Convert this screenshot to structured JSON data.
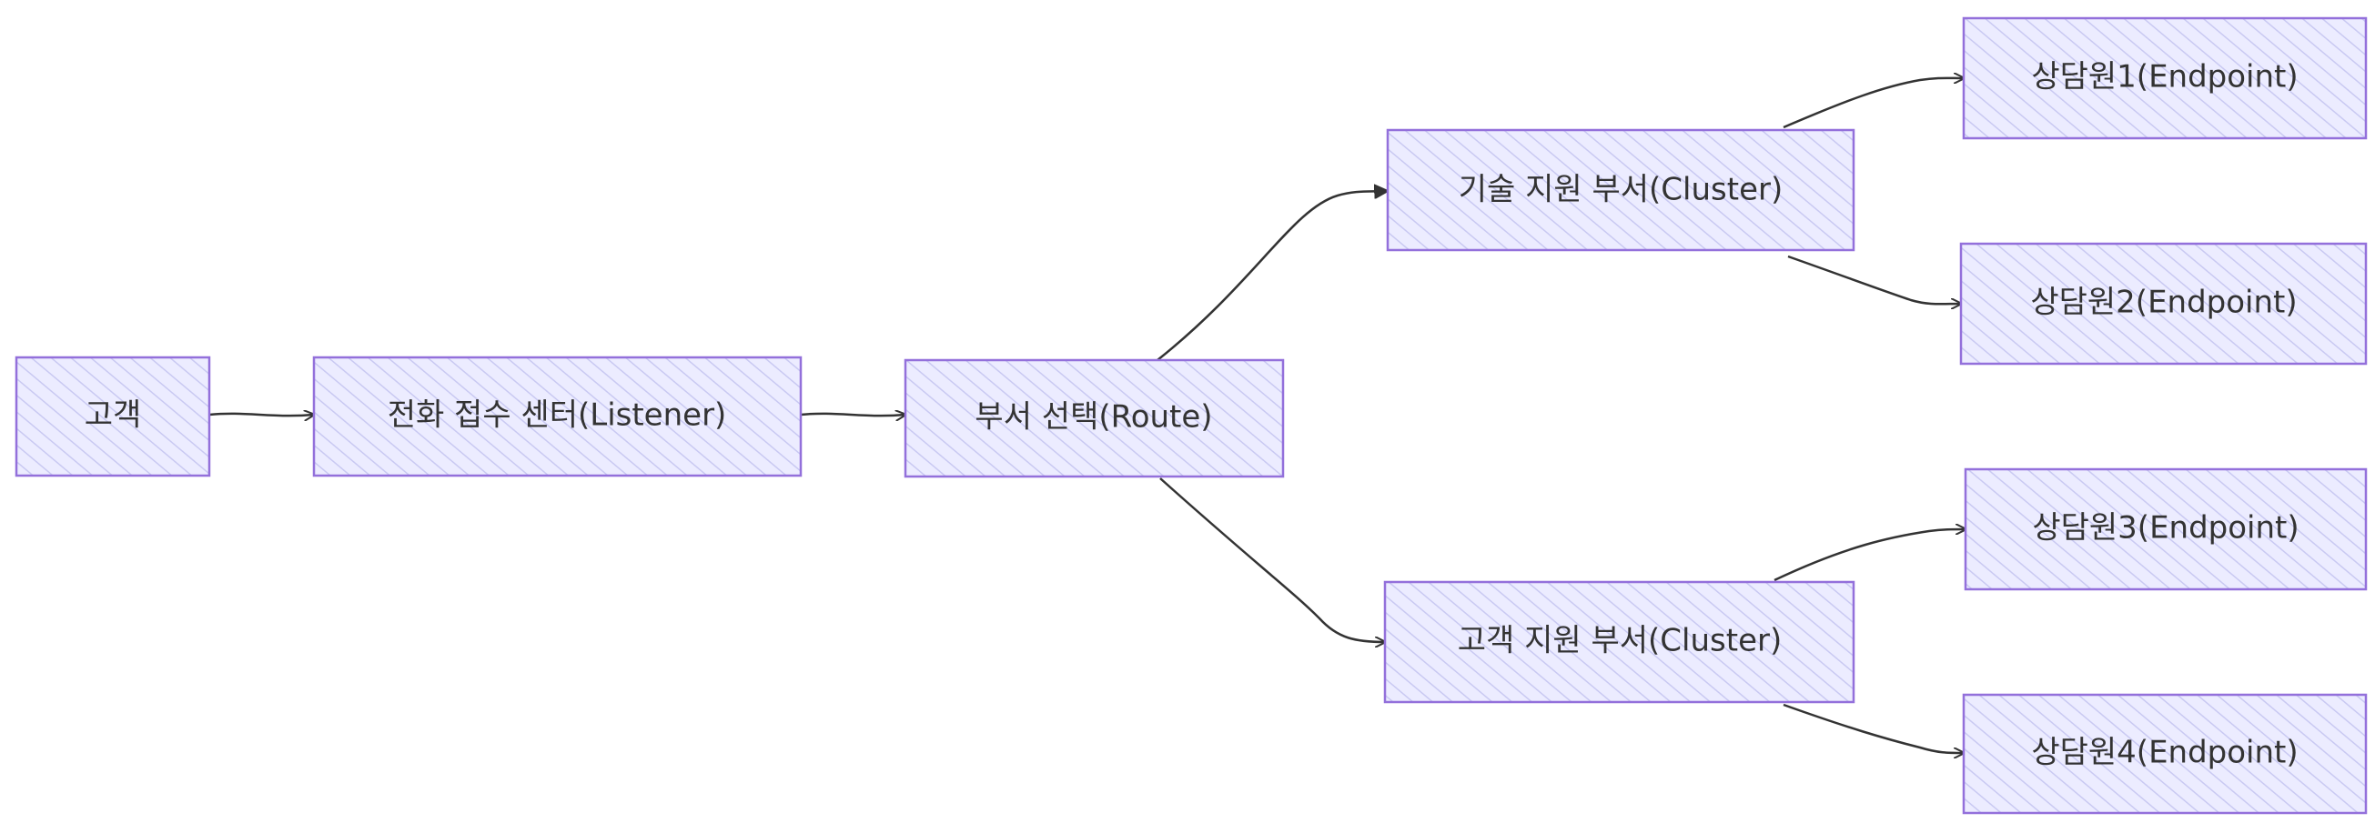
{
  "colors": {
    "node_fill": "#ECECFF",
    "node_hatch": "#C9C9F2",
    "node_stroke": "#9370DB",
    "edge_stroke": "#333333",
    "text": "#333333"
  },
  "nodes": {
    "customer": {
      "label": "고객"
    },
    "listener": {
      "label": "전화 접수 센터(Listener)"
    },
    "route": {
      "label": "부서 선택(Route)"
    },
    "cluster_tech": {
      "label": "기술 지원 부서(Cluster)"
    },
    "cluster_customer": {
      "label": "고객 지원 부서(Cluster)"
    },
    "endpoint1": {
      "label": "상담원1(Endpoint)"
    },
    "endpoint2": {
      "label": "상담원2(Endpoint)"
    },
    "endpoint3": {
      "label": "상담원3(Endpoint)"
    },
    "endpoint4": {
      "label": "상담원4(Endpoint)"
    }
  },
  "edges": [
    {
      "from": "customer",
      "to": "listener"
    },
    {
      "from": "listener",
      "to": "route"
    },
    {
      "from": "route",
      "to": "cluster_tech"
    },
    {
      "from": "route",
      "to": "cluster_customer"
    },
    {
      "from": "cluster_tech",
      "to": "endpoint1"
    },
    {
      "from": "cluster_tech",
      "to": "endpoint2"
    },
    {
      "from": "cluster_customer",
      "to": "endpoint3"
    },
    {
      "from": "cluster_customer",
      "to": "endpoint4"
    }
  ]
}
